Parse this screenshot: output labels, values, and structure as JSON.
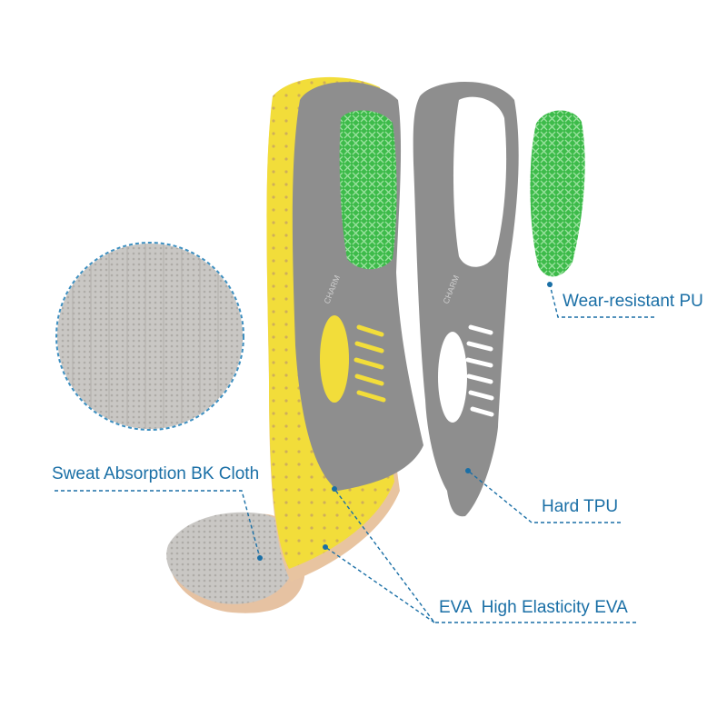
{
  "labels": {
    "sweat_cloth": "Sweat Absorption BK Cloth",
    "wear_pu": "Wear-resistant PU",
    "hard_tpu": "Hard TPU",
    "eva": "EVA",
    "high_eva": "High Elasticity EVA"
  },
  "colors": {
    "label_text": "#1a6fa6",
    "leader_line": "#1a6fa6",
    "eva_yellow": "#f2dd3a",
    "shell_gray": "#8e8e8e",
    "gel_green": "#3dbb4a",
    "cloth_gray": "#c9c7c4",
    "base_peach": "#e8c4a0"
  },
  "brand_mark": "CHARM"
}
